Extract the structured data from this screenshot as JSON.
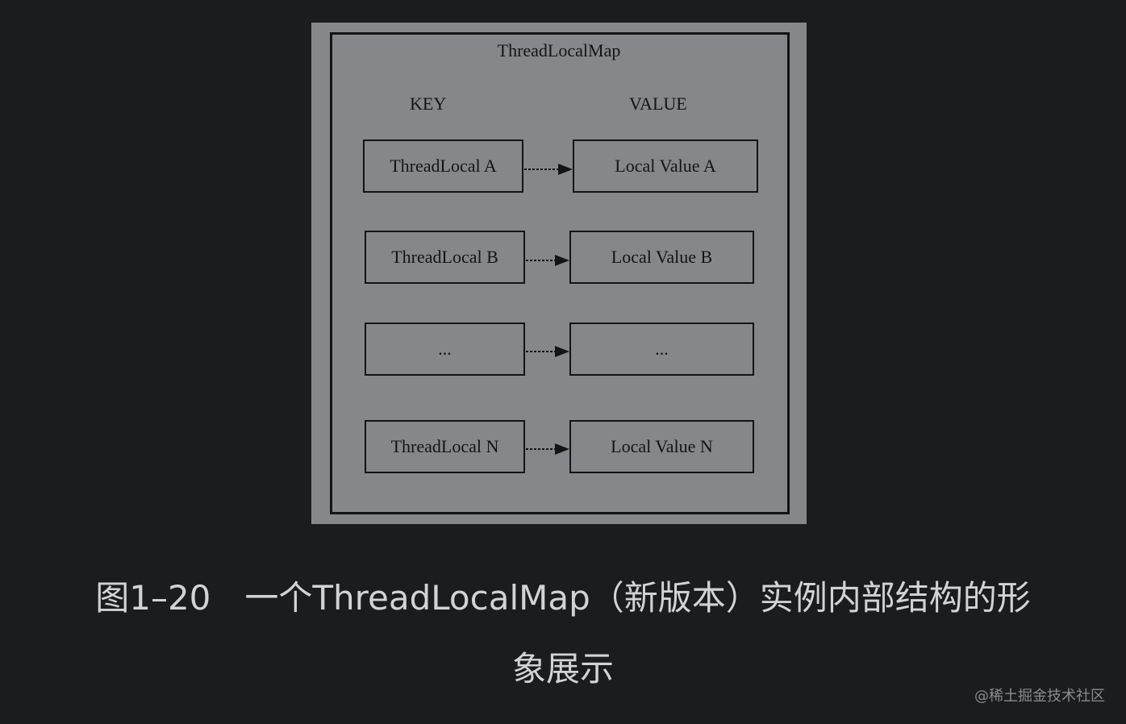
{
  "diagram": {
    "title": "ThreadLocalMap",
    "key_header": "KEY",
    "value_header": "VALUE",
    "rows": [
      {
        "key": "ThreadLocal A",
        "value": "Local Value A"
      },
      {
        "key": "ThreadLocal B",
        "value": "Local Value B"
      },
      {
        "key": "...",
        "value": "..."
      },
      {
        "key": "ThreadLocal N",
        "value": "Local Value N"
      }
    ],
    "colors": {
      "panel": "#85878a",
      "stroke": "#141414",
      "background": "#1a1c1f"
    }
  },
  "caption": {
    "line1": "图1–20　一个ThreadLocalMap（新版本）实例内部结构的形",
    "line2": "象展示"
  },
  "watermark": "@稀土掘金技术社区"
}
